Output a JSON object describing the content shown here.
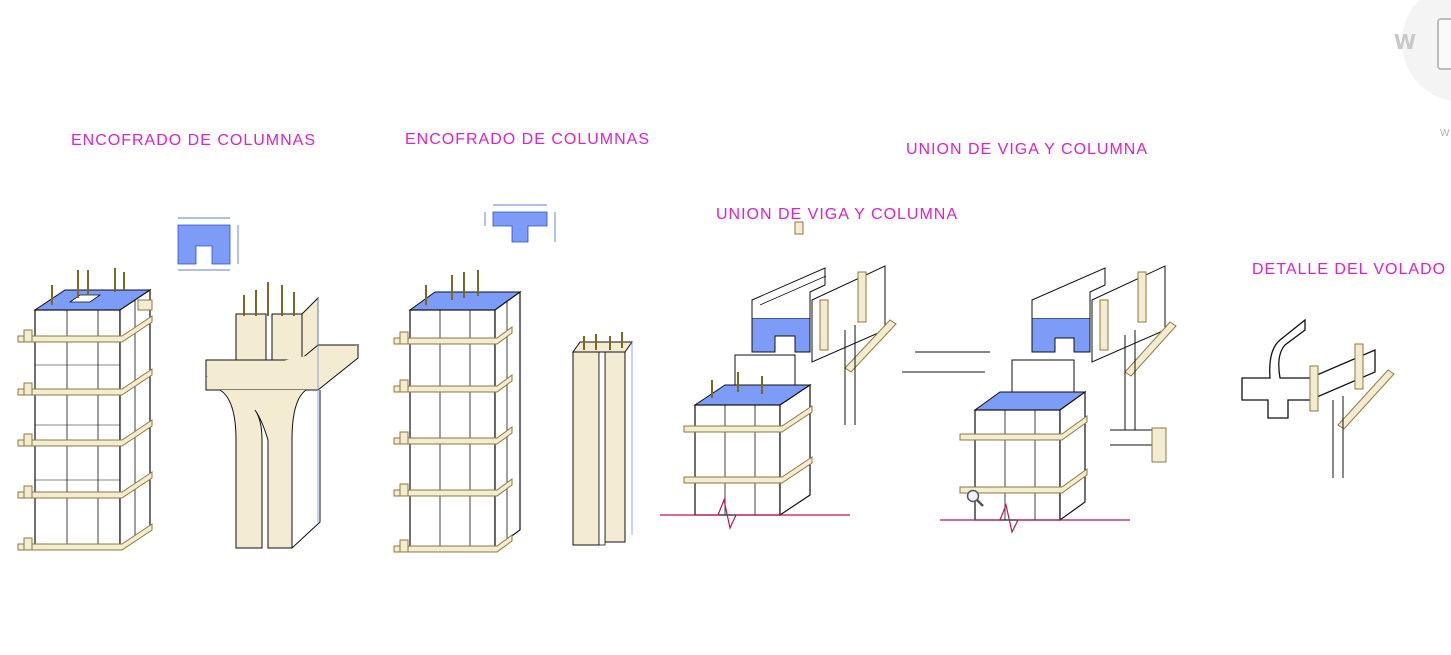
{
  "titles": {
    "t1": "ENCOFRADO DE COLUMNAS",
    "t2": "ENCOFRADO DE COLUMNAS",
    "t3": "UNION DE VIGA Y COLUMNA",
    "t4": "UNION DE VIGA Y COLUMNA",
    "t5": "DETALLE DEL VOLADO"
  },
  "viewcube": {
    "west": "W",
    "west_small": "W"
  },
  "colors": {
    "title": "#e020c8",
    "line": "#111111",
    "wood": "#f3ecd2",
    "wood_edge": "#8a7a3a",
    "rebar": "#7a6a20",
    "concrete_fill": "#7c9cf8",
    "ground": "#c0125a",
    "thin_blue": "#7890d8"
  }
}
